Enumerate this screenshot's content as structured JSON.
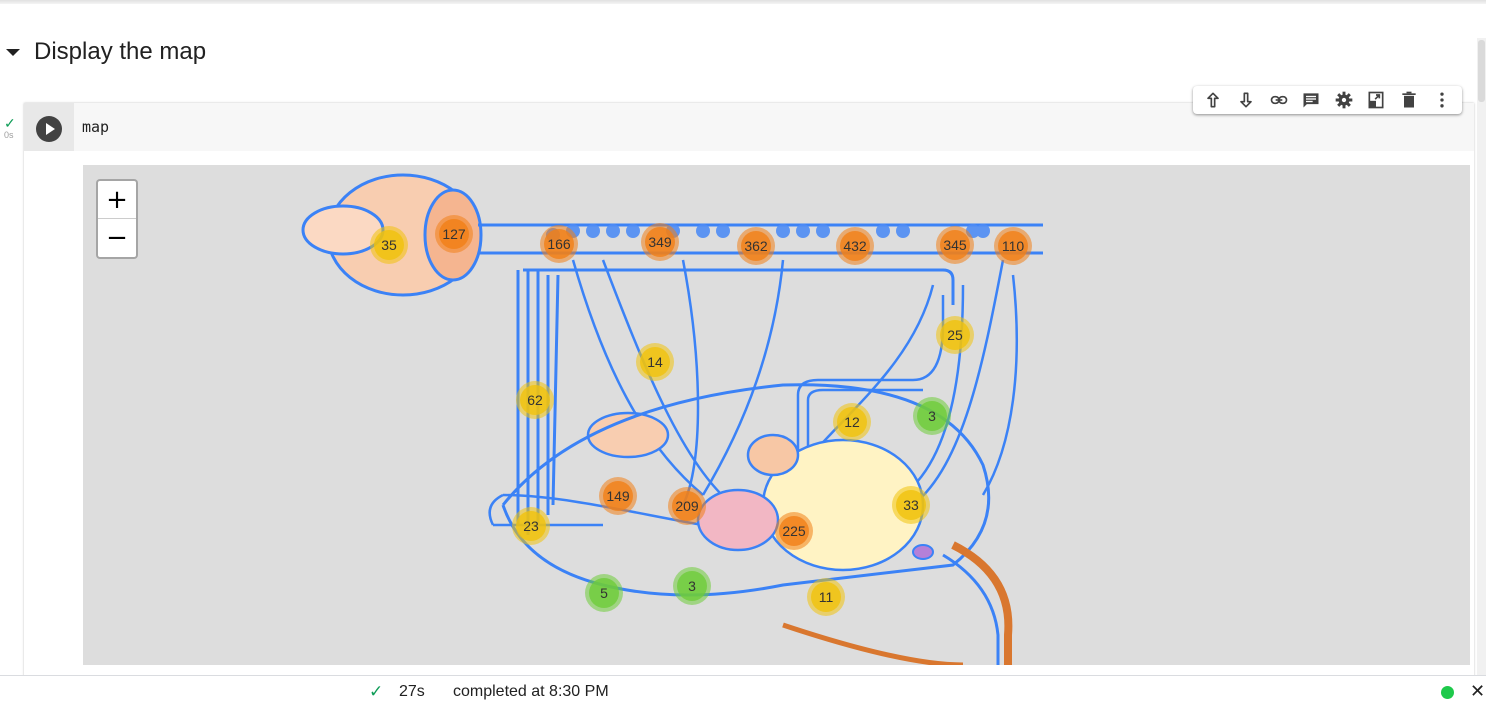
{
  "section": {
    "title": "Display the map"
  },
  "toolbar": {
    "icons": [
      "arrow-up",
      "arrow-down",
      "link",
      "comment",
      "gear",
      "mirror-cell",
      "trash",
      "more-vert"
    ]
  },
  "cell": {
    "code": "map",
    "status_duration": "0s"
  },
  "map": {
    "zoom_in": "+",
    "zoom_out": "−",
    "clusters": [
      {
        "label": "35",
        "level": "medium"
      },
      {
        "label": "127",
        "level": "large"
      },
      {
        "label": "166",
        "level": "large"
      },
      {
        "label": "349",
        "level": "large"
      },
      {
        "label": "362",
        "level": "large"
      },
      {
        "label": "432",
        "level": "large"
      },
      {
        "label": "345",
        "level": "large"
      },
      {
        "label": "110",
        "level": "large"
      },
      {
        "label": "14",
        "level": "medium"
      },
      {
        "label": "25",
        "level": "medium"
      },
      {
        "label": "62",
        "level": "medium"
      },
      {
        "label": "12",
        "level": "medium"
      },
      {
        "label": "3",
        "level": "small"
      },
      {
        "label": "149",
        "level": "large"
      },
      {
        "label": "209",
        "level": "large"
      },
      {
        "label": "33",
        "level": "medium"
      },
      {
        "label": "23",
        "level": "medium"
      },
      {
        "label": "225",
        "level": "large"
      },
      {
        "label": "5",
        "level": "small"
      },
      {
        "label": "3",
        "level": "small"
      },
      {
        "label": "11",
        "level": "medium"
      }
    ]
  },
  "status_bar": {
    "elapsed": "27s",
    "message": "completed at 8:30 PM",
    "connected_color": "#1ec94b"
  }
}
